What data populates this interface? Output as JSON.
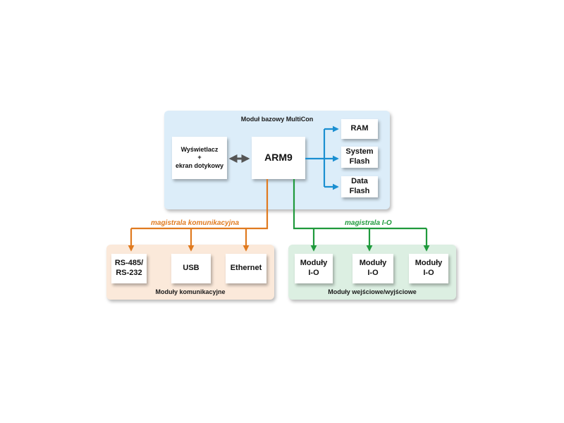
{
  "base_module": {
    "title": "Moduł bazowy MultiCon",
    "display": "Wyświetlacz\n+\nekran dotykowy",
    "cpu": "ARM9",
    "memories": [
      "RAM",
      "System\nFlash",
      "Data\nFlash"
    ]
  },
  "comm_bus": {
    "label": "magistrala komunikacyjna",
    "color": "#e07a1f"
  },
  "io_bus": {
    "label": "magistrala I-O",
    "color": "#1f9a3c"
  },
  "mem_bus_color": "#1b8fd1",
  "comm_modules": {
    "title": "Moduły komunikacyjne",
    "items": [
      "RS-485/\nRS-232",
      "USB",
      "Ethernet"
    ]
  },
  "io_modules": {
    "title": "Moduły wejściowe/wyjściowe",
    "items": [
      "Moduły\nI-O",
      "Moduły\nI-O",
      "Moduły\nI-O"
    ]
  },
  "colors": {
    "base_panel": "#dcedf9",
    "comm_panel": "#fbe9da",
    "io_panel": "#dcefe2"
  }
}
